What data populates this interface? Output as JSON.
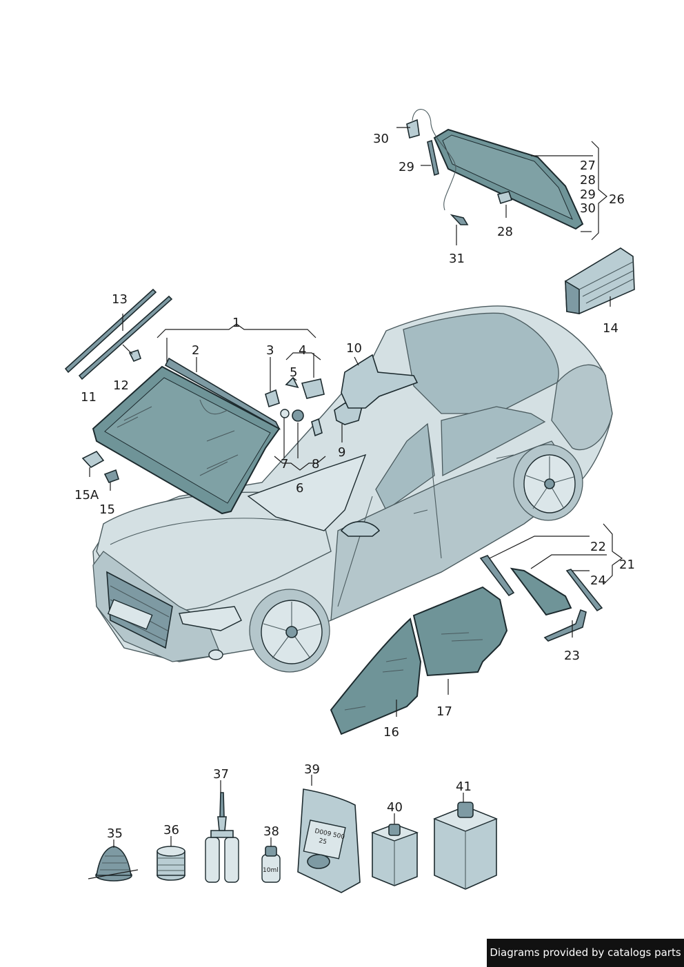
{
  "callouts": {
    "c1": "1",
    "c2": "2",
    "c3": "3",
    "c4": "4",
    "c5": "5",
    "c6": "6",
    "c7": "7",
    "c8": "8",
    "c9": "9",
    "c10": "10",
    "c11": "11",
    "c12": "12",
    "c13": "13",
    "c14": "14",
    "c15": "15",
    "c15a": "15A",
    "c16": "16",
    "c17": "17",
    "c21": "21",
    "c22": "22",
    "c23": "23",
    "c24": "24",
    "c26": "26",
    "c27": "27",
    "c28a": "28",
    "c28b": "28",
    "c29a": "29",
    "c29b": "29",
    "c30a": "30",
    "c30b": "30",
    "c31": "31",
    "c35": "35",
    "c36": "36",
    "c37": "37",
    "c38": "38",
    "c39": "39",
    "c40": "40",
    "c41": "41"
  },
  "product_labels": {
    "bag_line1": "D009 500",
    "bag_line2": "25",
    "bottle": "10ml"
  },
  "footer": {
    "text": "Diagrams provided by catalogs parts"
  },
  "colors": {
    "glass": "#6f9498",
    "part": "#b9cdd3",
    "body": "#d4e0e3",
    "footer_bg": "#111111"
  }
}
